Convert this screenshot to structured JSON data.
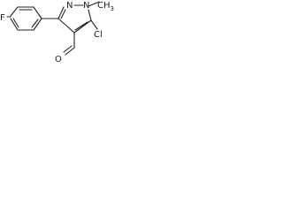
{
  "molecule": {
    "atom_labels": {
      "fluorine": "F",
      "nitrogen_2": "N",
      "nitrogen_1": "N",
      "methyl": "CH",
      "methyl_subscript": "3",
      "chlorine": "Cl",
      "aldehyde_oxygen": "O"
    },
    "colors": {
      "bond": "#222222",
      "text": "#222222",
      "background": "#ffffff"
    }
  }
}
